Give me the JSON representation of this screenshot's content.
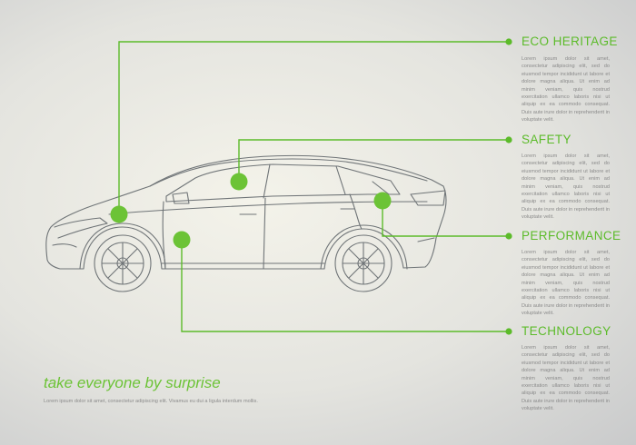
{
  "colors": {
    "accent": "#6cc336",
    "line": "#5cbb2a",
    "text_gray": "#8a8a8a",
    "car_outline": "#6f7477"
  },
  "sections": [
    {
      "title": "ECO HERITAGE",
      "body": "Lorem ipsum dolor sit amet, consectetur adipiscing elit, sed do eiusmod tempor incididunt ut labore et dolore magna aliqua. Ut enim ad minim veniam, quis nostrud exercitation ullamco laboris nisi ut aliquip ex ea commodo consequat. Duis aute irure dolor in reprehenderit in voluptate velit."
    },
    {
      "title": "SAFETY",
      "body": "Lorem ipsum dolor sit amet, consectetur adipiscing elit, sed do eiusmod tempor incididunt ut labore et dolore magna aliqua. Ut enim ad minim veniam, quis nostrud exercitation ullamco laboris nisi ut aliquip ex ea commodo consequat. Duis aute irure dolor in reprehenderit in voluptate velit."
    },
    {
      "title": "PERFORMANCE",
      "body": "Lorem ipsum dolor sit amet, consectetur adipiscing elit, sed do eiusmod tempor incididunt ut labore et dolore magna aliqua. Ut enim ad minim veniam, quis nostrud exercitation ullamco laboris nisi ut aliquip ex ea commodo consequat. Duis aute irure dolor in reprehenderit in voluptate velit."
    },
    {
      "title": "TECHNOLOGY",
      "body": "Lorem ipsum dolor sit amet, consectetur adipiscing elit, sed do eiusmod tempor incididunt ut labore et dolore magna aliqua. Ut enim ad minim veniam, quis nostrud exercitation ullamco laboris nisi ut aliquip ex ea commodo consequat. Duis aute irure dolor in reprehenderit in voluptate velit."
    }
  ],
  "footer": {
    "tagline": "take everyone by surprise",
    "subline": "Lorem ipsum dolor sit amet, consectetur adipiscing elit. Vivamus eu dui a ligula interdum mollis."
  }
}
